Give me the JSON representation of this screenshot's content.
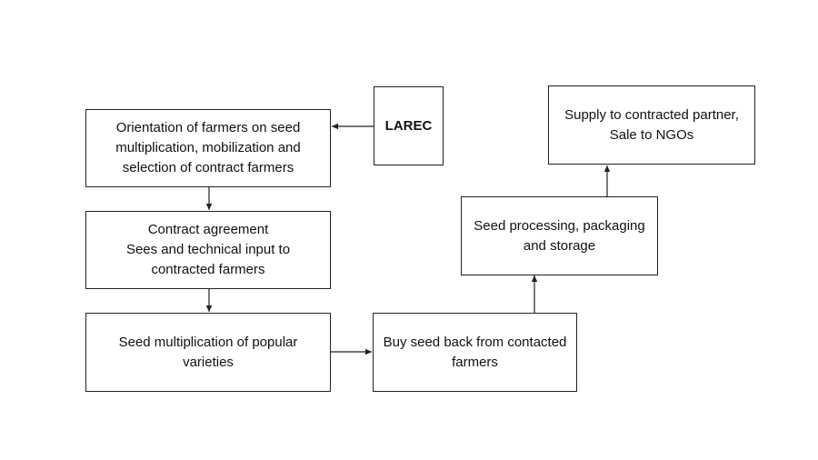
{
  "diagram": {
    "nodes": {
      "larec": "LAREC",
      "orientation": "Orientation of farmers on seed\nmultiplication, mobilization and\nselection of contract farmers",
      "contract": "Contract agreement\nSees and technical input to\ncontracted farmers",
      "multiplication": "Seed multiplication of popular\nvarieties",
      "buy_back": "Buy seed back from contacted\nfarmers",
      "processing": "Seed processing, packaging\nand storage",
      "supply": "Supply to contracted partner,\nSale to NGOs"
    },
    "edges": [
      {
        "from": "larec",
        "to": "orientation"
      },
      {
        "from": "orientation",
        "to": "contract"
      },
      {
        "from": "contract",
        "to": "multiplication"
      },
      {
        "from": "multiplication",
        "to": "buy_back"
      },
      {
        "from": "buy_back",
        "to": "processing"
      },
      {
        "from": "processing",
        "to": "supply"
      }
    ]
  }
}
